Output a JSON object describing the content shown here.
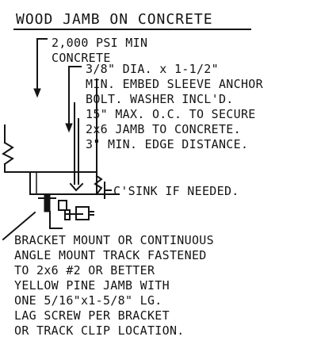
{
  "title": "WOOD JAMB ON CONCRETE",
  "notes": {
    "concrete": [
      "2,000 PSI MIN",
      "CONCRETE"
    ],
    "anchor": [
      "3/8\" DIA. x 1-1/2\"",
      "MIN. EMBED SLEEVE ANCHOR",
      "BOLT. WASHER INCL'D.",
      "15\" MAX. O.C. TO SECURE",
      "2x6 JAMB TO CONCRETE.",
      "3\" MIN. EDGE DISTANCE.",
      "C'SINK IF NEEDED."
    ],
    "bracket": [
      "BRACKET MOUNT OR CONTINUOUS",
      "ANGLE MOUNT TRACK FASTENED",
      "TO 2x6 #2 OR BETTER",
      "YELLOW PINE JAMB WITH",
      "ONE 5/16\"x1-5/8\" LG.",
      "LAG SCREW PER BRACKET",
      "OR TRACK CLIP LOCATION."
    ]
  }
}
